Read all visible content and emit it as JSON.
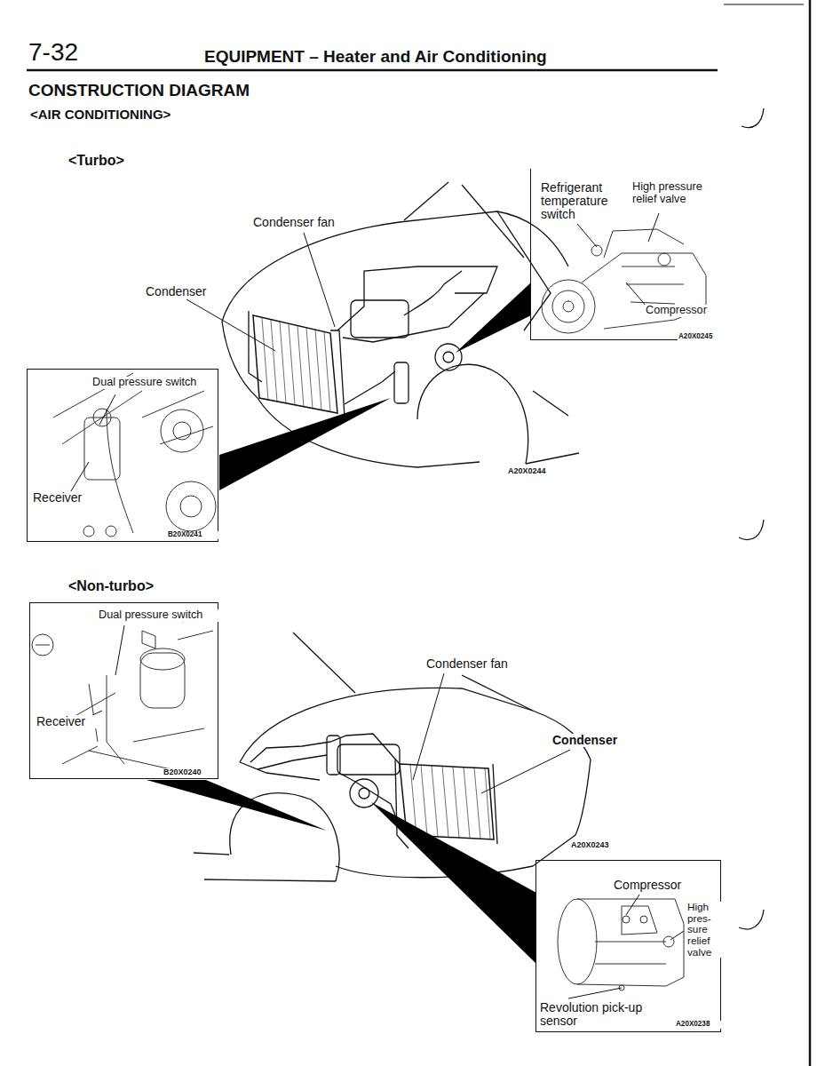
{
  "diagram": {
    "title": "CONSTRUCTION DIAGRAM",
    "nodes": [
      {
        "text": [
          "Refrigerant temperature switch",
          "High pressure relief valve",
          "Compressor",
          "A20X0245"
        ]
      },
      {
        "text": [
          "Dual pressure switch",
          "Receiver",
          "B20X0241"
        ]
      },
      {
        "text": [
          "Dual pressure switch",
          "Receiver",
          "B20X0240"
        ]
      },
      {
        "text": [
          "Compressor",
          "High pres- sure relief valve",
          "Revolution pick-up sensor",
          "A20X0238"
        ]
      }
    ],
    "labels": [
      "7-32",
      "EQUIPMENT – Heater and Air Conditioning",
      "<AIR CONDITIONING>",
      "<Turbo>",
      "Condenser fan",
      "Condenser",
      "A20X0244",
      "<Non-turbo>",
      "Condenser fan",
      "Condenser",
      "A20X0243"
    ]
  }
}
